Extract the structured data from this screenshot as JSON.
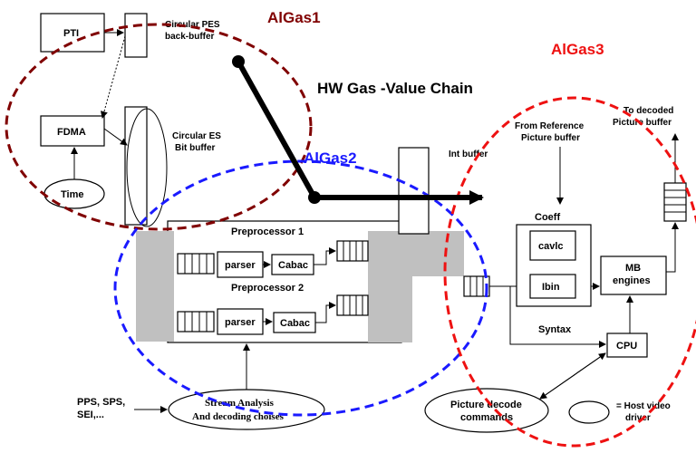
{
  "title": "HW Gas -Value Chain",
  "groups": {
    "algas1": {
      "label": "AlGas1",
      "color": "#800000"
    },
    "algas2": {
      "label": "AlGas2",
      "color": "#1a1aff"
    },
    "algas3": {
      "label": "AlGas3",
      "color": "#ee1111"
    }
  },
  "nodes": {
    "pti": "PTI",
    "fdma": "FDMA",
    "time": "Time",
    "circular_pes_1": "Circular PES",
    "circular_pes_2": "back-buffer",
    "circular_es_1": "Circular ES",
    "circular_es_2": "Bit buffer",
    "int_buffer": "Int buffer",
    "preprocessor1": "Preprocessor 1",
    "preprocessor2": "Preprocessor 2",
    "parser1": "parser",
    "parser2": "parser",
    "cabac1": "Cabac",
    "cabac2": "Cabac",
    "from_ref_1": "From Reference",
    "from_ref_2": "Picture buffer",
    "to_decoded_1": "To decoded",
    "to_decoded_2": "Picture buffer",
    "coeff": "Coeff",
    "cavlc": "cavlc",
    "ibin": "Ibin",
    "mb_engines_1": "MB",
    "mb_engines_2": "engines",
    "syntax": "Syntax",
    "cpu": "CPU",
    "pps_sps_1": "PPS, SPS,",
    "pps_sps_2": "SEI,...",
    "stream_analysis_1": "Stream Analysis",
    "stream_analysis_2": "And decoding choises",
    "picture_decode_1": "Picture decode",
    "picture_decode_2": "commands",
    "legend_host_1": "= Host video",
    "legend_host_2": "driver"
  }
}
